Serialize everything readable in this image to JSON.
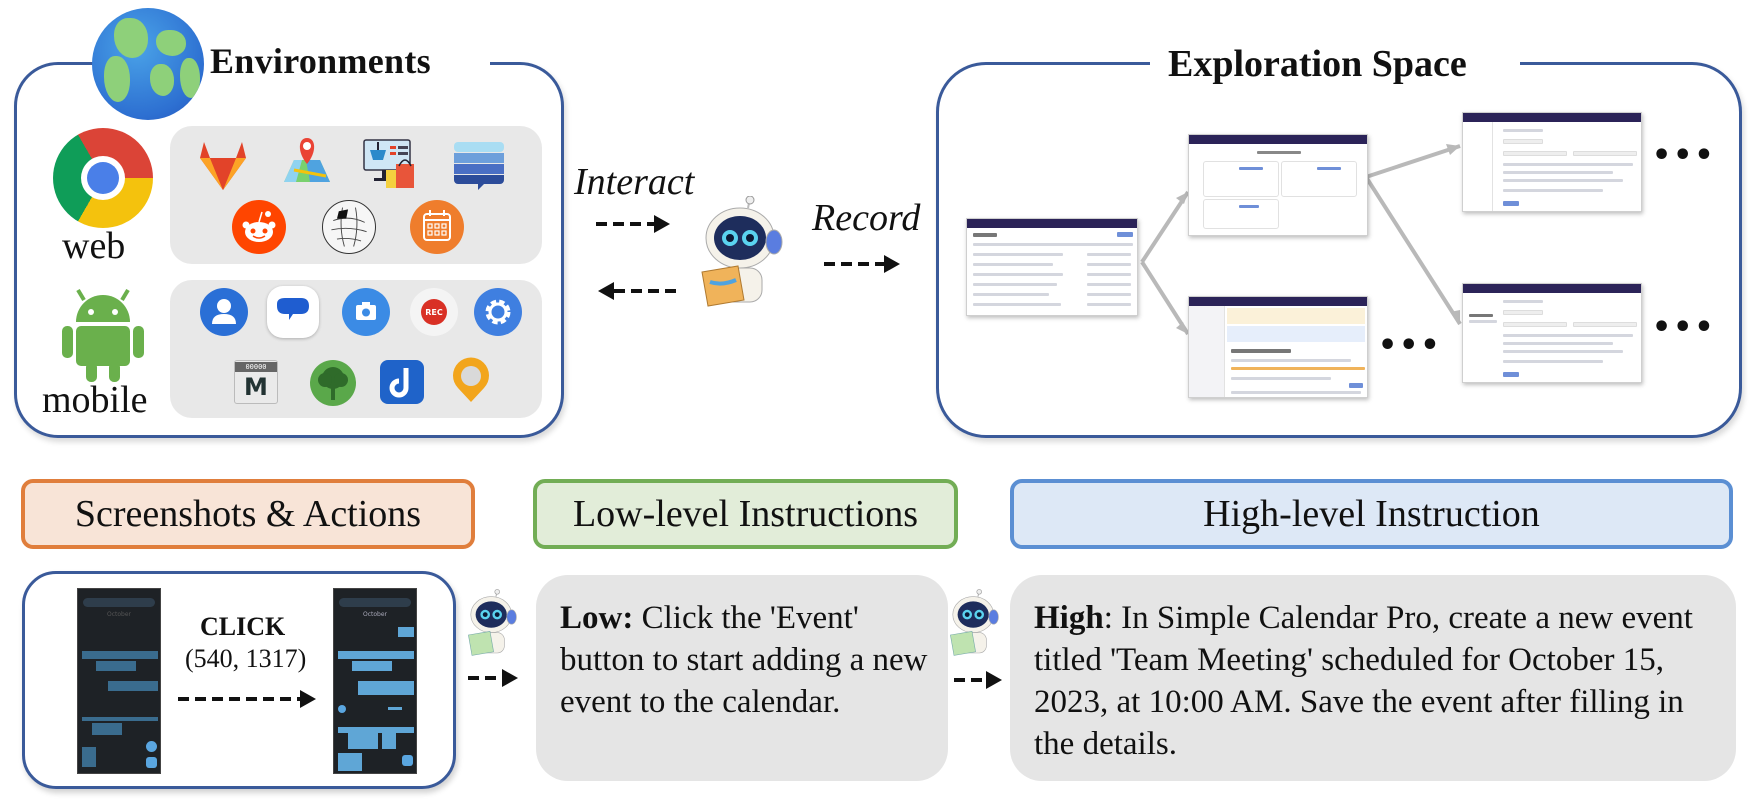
{
  "environments": {
    "title": "Environments",
    "web_label": "web",
    "mobile_label": "mobile",
    "web_apps": [
      "gitlab-icon",
      "maps-icon",
      "shopping-icon",
      "forum-icon",
      "reddit-icon",
      "wikipedia-icon",
      "calendar-icon"
    ],
    "mobile_apps": [
      "contacts-icon",
      "messages-icon",
      "camera-icon",
      "recorder-icon",
      "settings-icon",
      "markor-icon",
      "tree-app-icon",
      "joplin-icon",
      "osmand-icon"
    ],
    "recorder_badge": "REC",
    "markor_counter": "00000"
  },
  "flow": {
    "interact_label": "Interact",
    "record_label": "Record"
  },
  "exploration": {
    "title": "Exploration Space",
    "ellipsis": "•••"
  },
  "sections": {
    "screens_header": "Screenshots & Actions",
    "low_header": "Low-level Instructions",
    "high_header": "High-level Instruction"
  },
  "action": {
    "type": "CLICK",
    "coords": "(540, 1317)",
    "month": "October"
  },
  "low": {
    "prefix": "Low:",
    "text": " Click the 'Event' button to start adding a new event to the calendar."
  },
  "high": {
    "prefix": "High",
    "text": ": In Simple Calendar Pro, create a new event titled 'Team Meeting' scheduled for October 15, 2023, at 10:00 AM. Save the event after filling in the details."
  },
  "colors": {
    "panel_border": "#3a5a9a",
    "screens_border": "#e07e3c",
    "low_border": "#72ad55",
    "high_border": "#5b8fd3"
  }
}
